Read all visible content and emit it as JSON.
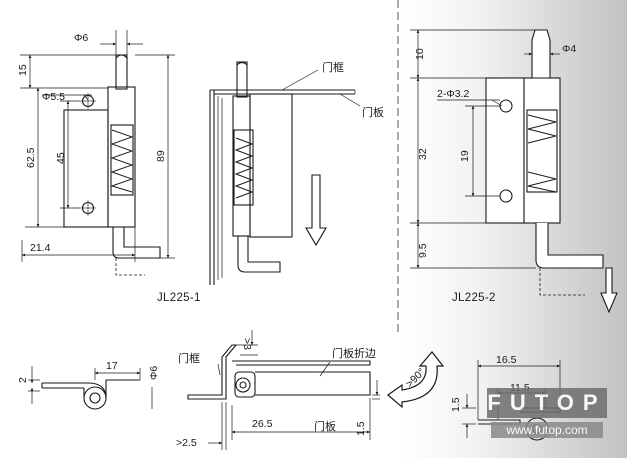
{
  "views": {
    "jl225_1": {
      "caption": "JL225-1",
      "dims": {
        "pin_dia": "Φ6",
        "top_len": "15",
        "hole_dia": "Φ5.5",
        "overall": "62.5",
        "hole_pitch": "45",
        "height": "89",
        "width": "21.4"
      }
    },
    "jl225_1_install": {
      "label_frame": "门框",
      "label_door": "门板"
    },
    "jl225_2": {
      "caption": "JL225-2",
      "dims": {
        "top_len": "10",
        "pin_dia": "Φ4",
        "holes": "2-Φ3.2",
        "height": "32",
        "hole_pitch": "19",
        "bottom_len": "9.5"
      }
    },
    "bottom_left": {
      "dims": {
        "thickness": "2",
        "length": "17",
        "pin_dia": "Φ6"
      }
    },
    "bottom_middle": {
      "label_frame": "门框",
      "label_flange": "门板折边",
      "label_door": "门板",
      "dims": {
        "gap_top": ">3",
        "width": "26.5",
        "gap_bottom": ">2.5",
        "thickness": "1.5"
      }
    },
    "bottom_right": {
      "angle": ">90°",
      "dims": {
        "length": "16.5",
        "inner": "11.5",
        "thickness": "1.5"
      }
    }
  },
  "watermark": {
    "logo": "FUTOP",
    "url": "www.futop.com"
  }
}
